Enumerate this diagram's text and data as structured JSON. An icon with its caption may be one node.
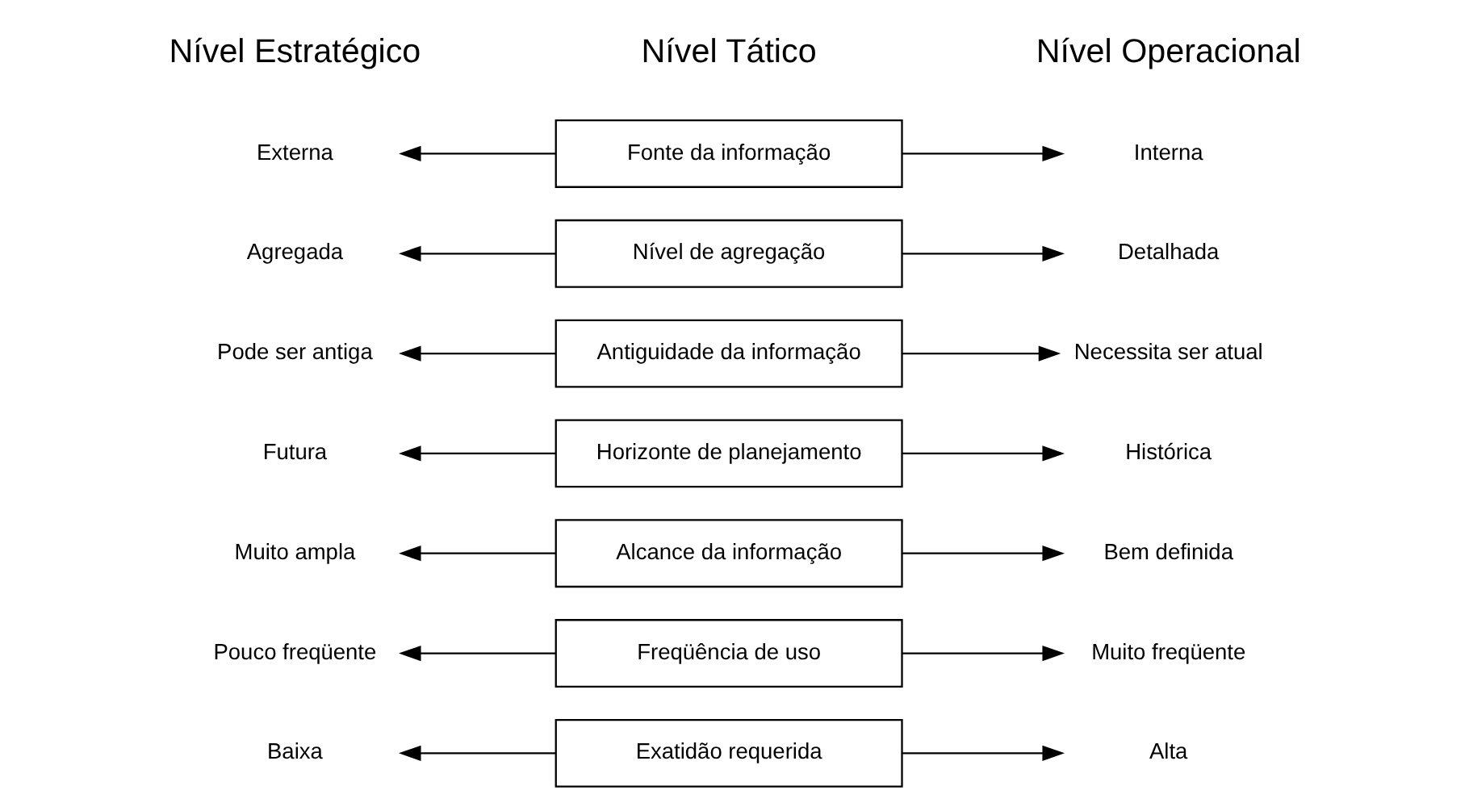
{
  "diagram": {
    "nodes": [
      {
        "text": [
          "Externa"
        ]
      },
      {
        "text": [
          "Fonte da informação"
        ]
      },
      {
        "text": [
          "Interna"
        ]
      },
      {
        "text": [
          "Agregada"
        ]
      },
      {
        "text": [
          "Nível de agregação"
        ]
      },
      {
        "text": [
          "Detalhada"
        ]
      },
      {
        "text": [
          "Pode ser antiga"
        ]
      },
      {
        "text": [
          "Antiguidade da informação"
        ]
      },
      {
        "text": [
          "Necessita ser atual"
        ]
      },
      {
        "text": [
          "Futura"
        ]
      },
      {
        "text": [
          "Horizonte de planejamento"
        ]
      },
      {
        "text": [
          "Histórica"
        ]
      },
      {
        "text": [
          "Muito ampla"
        ]
      },
      {
        "text": [
          "Alcance da informação"
        ]
      },
      {
        "text": [
          "Bem definida"
        ]
      },
      {
        "text": [
          "Pouco freqüente"
        ]
      },
      {
        "text": [
          "Freqüência de uso"
        ]
      },
      {
        "text": [
          "Muito freqüente"
        ]
      },
      {
        "text": [
          "Baixa"
        ]
      },
      {
        "text": [
          "Exatidão requerida"
        ]
      },
      {
        "text": [
          "Alta"
        ]
      }
    ],
    "edges": [
      {
        "from": 1,
        "to": 0,
        "arrow": "to"
      },
      {
        "from": 1,
        "to": 2,
        "arrow": "to"
      },
      {
        "from": 4,
        "to": 3,
        "arrow": "to"
      },
      {
        "from": 4,
        "to": 5,
        "arrow": "to"
      },
      {
        "from": 7,
        "to": 6,
        "arrow": "to"
      },
      {
        "from": 7,
        "to": 8,
        "arrow": "to"
      },
      {
        "from": 10,
        "to": 9,
        "arrow": "to"
      },
      {
        "from": 10,
        "to": 11,
        "arrow": "to"
      },
      {
        "from": 13,
        "to": 12,
        "arrow": "to"
      },
      {
        "from": 13,
        "to": 14,
        "arrow": "to"
      },
      {
        "from": 16,
        "to": 15,
        "arrow": "to"
      },
      {
        "from": 16,
        "to": 17,
        "arrow": "to"
      },
      {
        "from": 19,
        "to": 18,
        "arrow": "to"
      },
      {
        "from": 19,
        "to": 20,
        "arrow": "to"
      }
    ],
    "labels": [
      "Nível Estratégico",
      "Nível Tático",
      "Nível Operacional"
    ]
  }
}
